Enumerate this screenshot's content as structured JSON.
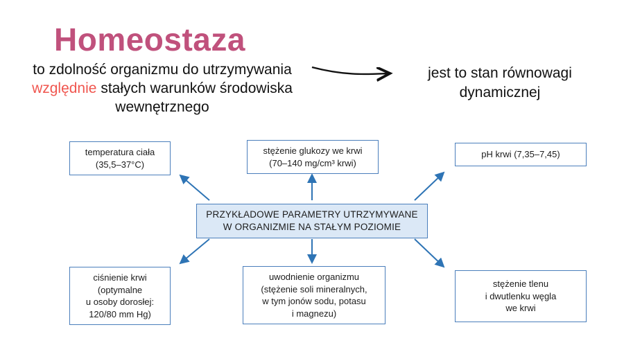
{
  "title": "Homeostaza",
  "definition": {
    "line1": "to zdolność organizmu do utrzymywania",
    "highlight": "względnie",
    "line2_rest": "stałych warunków środowiska",
    "line3": "wewnętrznego"
  },
  "right_note": "jest to stan równowagi dynamicznej",
  "diagram": {
    "center_label": "PRZYKŁADOWE PARAMETRY UTRZYMYWANE\nW ORGANIZMIE NA STAŁYM POZIOMIE",
    "boxes": [
      {
        "id": "temperature",
        "text": "temperatura ciała\n(35,5–37°C)"
      },
      {
        "id": "glucose",
        "text": "stężenie glukozy we krwi\n(70–140 mg/cm³ krwi)"
      },
      {
        "id": "ph",
        "text": "pH krwi (7,35–7,45)"
      },
      {
        "id": "blood-pressure",
        "text": "ciśnienie krwi\n(optymalne\nu osoby dorosłej:\n120/80 mm Hg)"
      },
      {
        "id": "hydration",
        "text": "uwodnienie organizmu\n(stężenie soli mineralnych,\nw tym jonów sodu, potasu\ni magnezu)"
      },
      {
        "id": "oxygen",
        "text": "stężenie tlenu\ni dwutlenku węgla\nwe krwi"
      }
    ]
  },
  "colors": {
    "title_pink": "#c0517c",
    "highlight_red": "#f0564f",
    "diagram_blue": "#2e74b5",
    "center_box_fill": "#dbe8f6",
    "text_black": "#111111"
  }
}
